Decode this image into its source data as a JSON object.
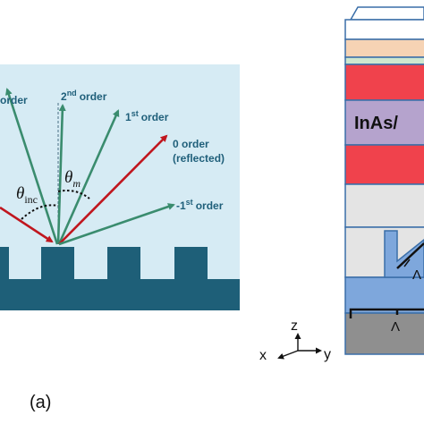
{
  "colors": {
    "panel_bg": "#d6ebf4",
    "grating": "#1e5f78",
    "arrow_red": "#c0161e",
    "arrow_green": "#3a8c6e",
    "layer_peach": "#f6d3b4",
    "layer_mint": "#cfe7cf",
    "layer_red": "#f0424c",
    "layer_lavender": "#b5a3cd",
    "layer_gray": "#e4e4e4",
    "layer_blue": "#7ea7dc",
    "layer_dark_gray": "#8f8f8f",
    "outline": "#3a6ea8"
  },
  "left_panel": {
    "labels": {
      "order_2_left": "order",
      "order_2_num": "2",
      "order_2_sup": "nd",
      "order_2_word": "order",
      "order_1_num": "1",
      "order_1_sup": "st",
      "order_1_word": "order",
      "order_0_line1": "0 order",
      "order_0_line2": "(reflected)",
      "order_m1_num": "-1",
      "order_m1_sup": "st",
      "order_m1_word": "order"
    },
    "theta_inc": {
      "symbol": "θ",
      "sub": "inc"
    },
    "theta_m": {
      "symbol": "θ",
      "sub": "m"
    }
  },
  "right_panel": {
    "layer_text": "InAs/",
    "axes": {
      "x": "x",
      "y": "y",
      "z": "z"
    },
    "period_symbol": "Λ"
  },
  "panel_label": "(a)"
}
